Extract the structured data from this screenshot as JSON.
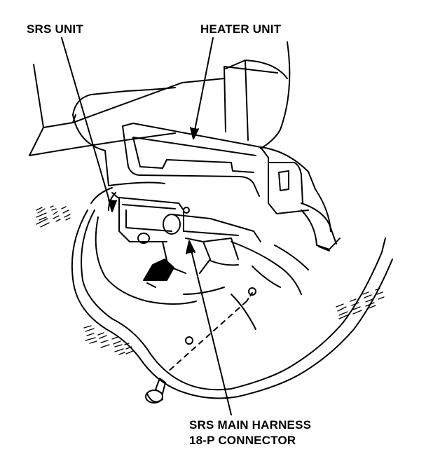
{
  "labels": {
    "srs_unit": "SRS UNIT",
    "heater_unit": "HEATER UNIT",
    "harness_line1": "SRS MAIN HARNESS",
    "harness_line2": "18-P CONNECTOR"
  },
  "colors": {
    "ink": "#000000",
    "paper": "#ffffff"
  }
}
